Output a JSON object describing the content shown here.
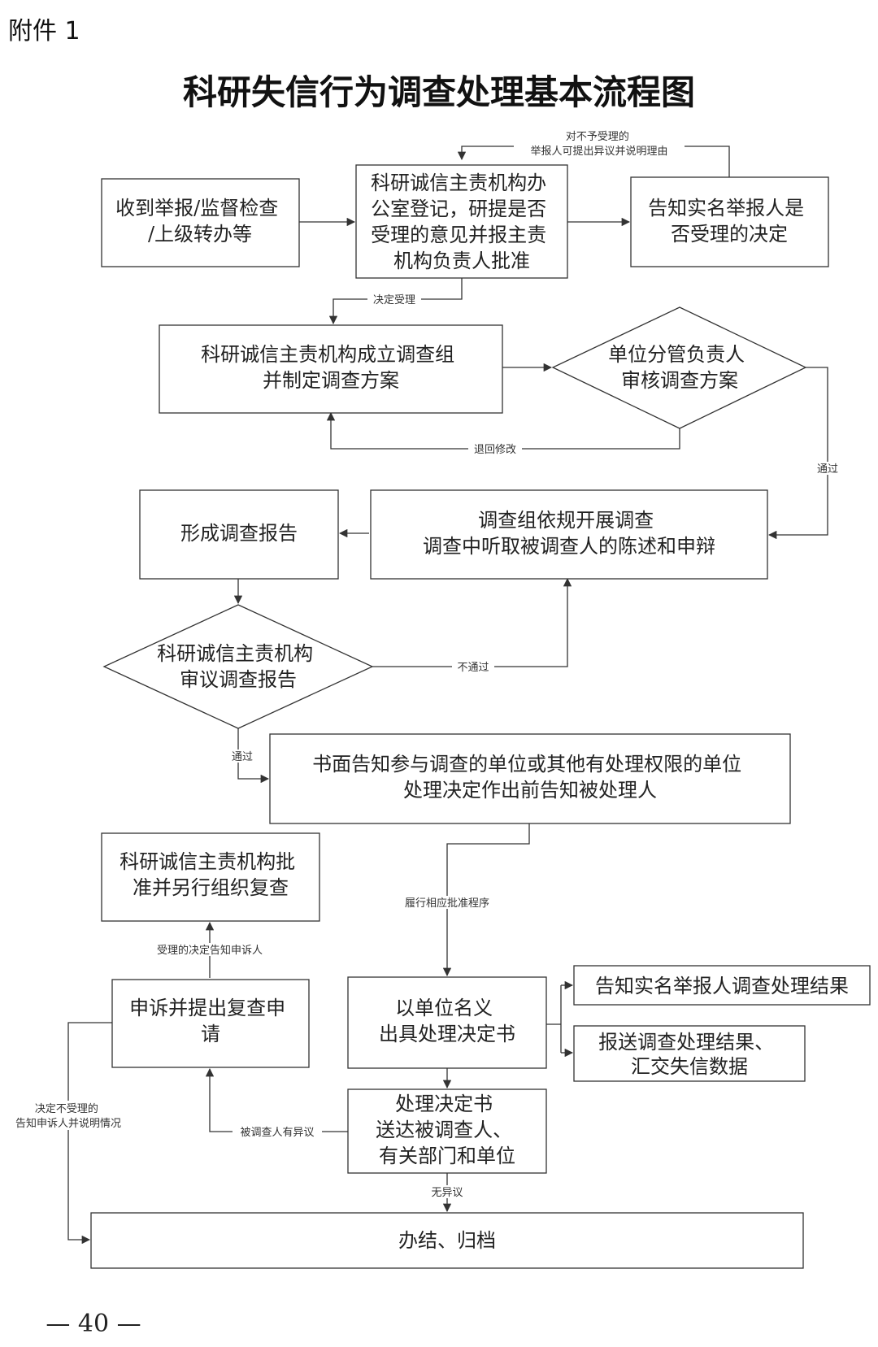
{
  "attachment_label": "附件 1",
  "title": "科研失信行为调查处理基本流程图",
  "page_number": "— 40 —",
  "nodes": {
    "receive_report": [
      "收到举报/监督检查",
      "/上级转办等"
    ],
    "office_register": [
      "科研诚信主责机构办",
      "公室登记，研提是否",
      "受理的意见并报主责",
      "机构负责人批准"
    ],
    "notify_acceptance": [
      "告知实名举报人是",
      "否受理的决定"
    ],
    "form_team": [
      "科研诚信主责机构成立调查组",
      "并制定调查方案"
    ],
    "review_plan": [
      "单位分管负责人",
      "审核调查方案"
    ],
    "conduct_investigation": [
      "调查组依规开展调查",
      "调查中听取被调查人的陈述和申辩"
    ],
    "form_report": [
      "形成调查报告"
    ],
    "review_report": [
      "科研诚信主责机构",
      "审议调查报告"
    ],
    "written_notice": [
      "书面告知参与调查的单位或其他有处理权限的单位",
      "处理决定作出前告知被处理人"
    ],
    "approve_recheck": [
      "科研诚信主责机构批",
      "准并另行组织复查"
    ],
    "appeal": [
      "申诉并提出复查申",
      "请"
    ],
    "issue_decision": [
      "以单位名义",
      "出具处理决定书"
    ],
    "notify_result": [
      "告知实名举报人调查处理结果"
    ],
    "report_result": [
      "报送调查处理结果、",
      "汇交失信数据"
    ],
    "deliver_decision": [
      "处理决定书",
      "送达被调查人、",
      "有关部门和单位"
    ],
    "close_archive": [
      "办结、归档"
    ]
  },
  "edge_labels": {
    "objection_line1": "对不予受理的",
    "objection_line2": "举报人可提出异议并说明理由",
    "decide_accept": "决定受理",
    "return_modify": "退回修改",
    "plan_pass": "通过",
    "not_pass": "不通过",
    "report_pass": "通过",
    "approval_procedure": "履行相应批准程序",
    "accepted_notify": "受理的决定告知申诉人",
    "has_objection": "被调查人有异议",
    "no_objection": "无异议",
    "reject_line1": "决定不受理的",
    "reject_line2": "告知申诉人并说明情况"
  }
}
